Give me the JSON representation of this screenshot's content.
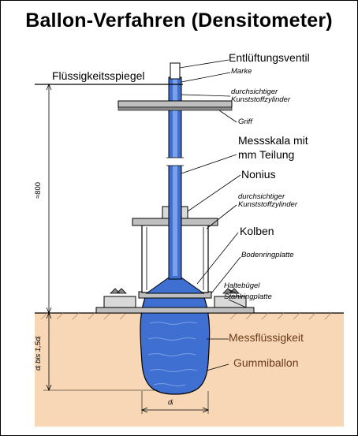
{
  "title": "Ballon-Verfahren (Densitometer)",
  "labels": {
    "entlueftungsventil": "Entlüftungsventil",
    "fluessigkeitsspiegel": "Flüssigkeitsspiegel",
    "marke": "Marke",
    "zylinder_oben": "durchsichtiger\nKunststoffzylinder",
    "griff": "Griff",
    "messskala": "Messskala mit\nmm Teilung",
    "nonius": "Nonius",
    "zylinder_unten": "durchsichtiger\nKunststoffzylinder",
    "kolben": "Kolben",
    "bodenringplatte": "Bodenringplatte",
    "haltebuegel": "Haltebügel",
    "stahlringplatte": "Stahlringplatte",
    "messfluessigkeit": "Messflüssigkeit",
    "gummiballon": "Gummiballon",
    "dim_800": "≈800",
    "dim_depth": "dᵢ bis 1,5dᵢ",
    "dim_di": "dᵢ"
  },
  "colors": {
    "soil": "#f7d7b5",
    "water": "#3f6fd0",
    "water_light": "#7aa0e8",
    "metal": "#bfbfbf",
    "ink": "#000000",
    "brown_text": "#6b3a1a"
  }
}
